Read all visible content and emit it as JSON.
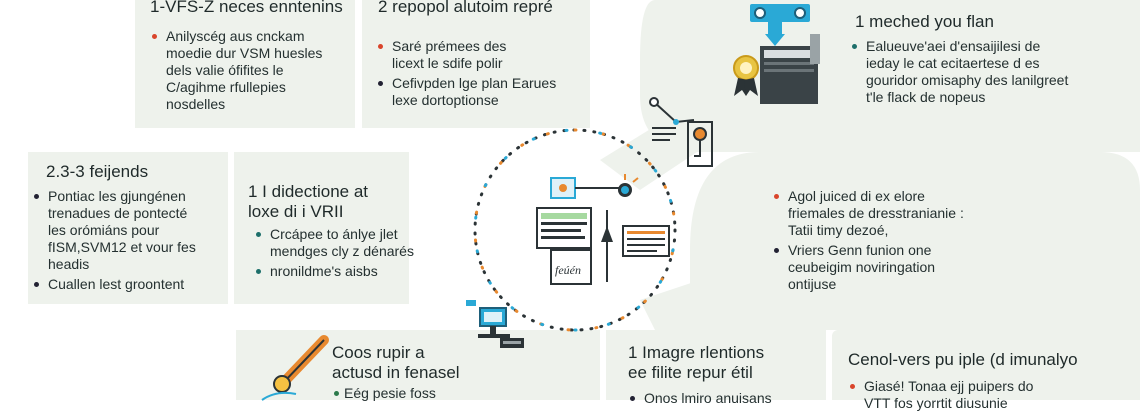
{
  "panels": {
    "top_left": {
      "title": "1-VFS-Z neces enntenins",
      "bullets": [
        "Anilyscég aus cnckam\nmoedie dur VSM huesles\ndels valie ófifites le\nC/agihme rfullepies\nnosdelles"
      ]
    },
    "top_middle": {
      "title": "2 repopol alutoim repré",
      "bullets": [
        "Saré prémees des\nlicext le sdife polir",
        "Cefivpden lge plan Earues\nlexe dortoptionse"
      ]
    },
    "top_right": {
      "title": "1 meched you flan",
      "bullets": [
        "Ealueuve'aei d'ensaijilesi de\nieday le cat ecitaertese d es\ngouridor omisaphy des lanilgreet\nt'le flack de nopeus"
      ]
    },
    "middle_left": {
      "title": "2.3-3 feijends",
      "bullets": [
        "Pontiac les gjungénen\ntrenadues de pontecté\nles orómiáns pour\nfISM,SVM12 et vour fes\nheadis",
        "Cuallen lest groontent"
      ]
    },
    "middle_center_left": {
      "title": "1 I didectione at\nloxe di i VRII",
      "bullets": [
        "Crcápee to ánlye jlet\nmendges cly z dénarés",
        "nronildme's aisbs"
      ]
    },
    "middle_right": {
      "bullets": [
        "Agol juiced di ex elore\nfriemales de dresstranianie :\nTatii timy dezoé,",
        "Vriers Genn funion one\nceubeigim noviringation\nontijuse"
      ]
    },
    "bottom_left": {
      "title": "Coos rupir a\nactusd in fenasel",
      "bullets": [
        "Eég pesie foss"
      ]
    },
    "bottom_middle": {
      "title": "1 Imagre rlentions\nee filite repur étil",
      "bullets": [
        "Onos lmiro anuisans"
      ]
    },
    "bottom_right": {
      "title": "Cenol-vers pu iple (d imunalyo",
      "bullets": [
        "Giasé! Tonaa ejj puipers do\nVTT fos yorrtit diusunie"
      ]
    },
    "center": {
      "handwritten_label": "feúén"
    }
  },
  "colors": {
    "panel": "#eef2ec",
    "accent_blue": "#2aa9d6",
    "accent_orange": "#e8892f",
    "accent_red": "#d9452b",
    "accent_teal": "#1d6f6a",
    "dark": "#2b3336"
  },
  "icons": [
    "dashboard-panel-icon",
    "certificate-award-icon",
    "pulley-document-icon",
    "circuit-chip-icon",
    "computer-workstation-icon",
    "pencil-probe-icon"
  ]
}
